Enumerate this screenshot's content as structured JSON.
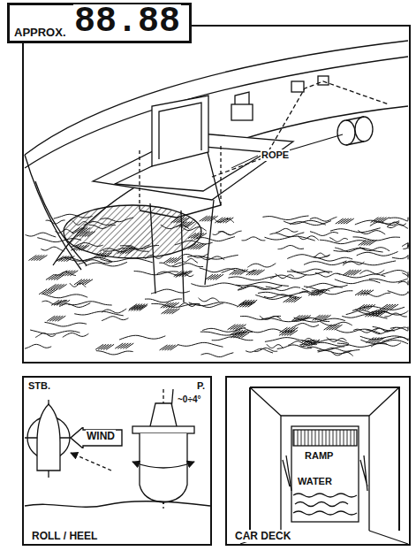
{
  "diagram": {
    "nodes": [
      {
        "text": [
          "APPROX.",
          "88.88"
        ]
      },
      {
        "text": [
          "ROPE"
        ]
      },
      {
        "text": [
          "ROLL / HEEL"
        ]
      },
      {
        "text": [
          "WIND"
        ],
        "in": 2
      },
      {
        "text": [
          "CAR DECK"
        ]
      }
    ],
    "labels": [
      "STB.",
      "P.",
      "~0÷4°",
      "RAMP",
      "WATER"
    ]
  }
}
